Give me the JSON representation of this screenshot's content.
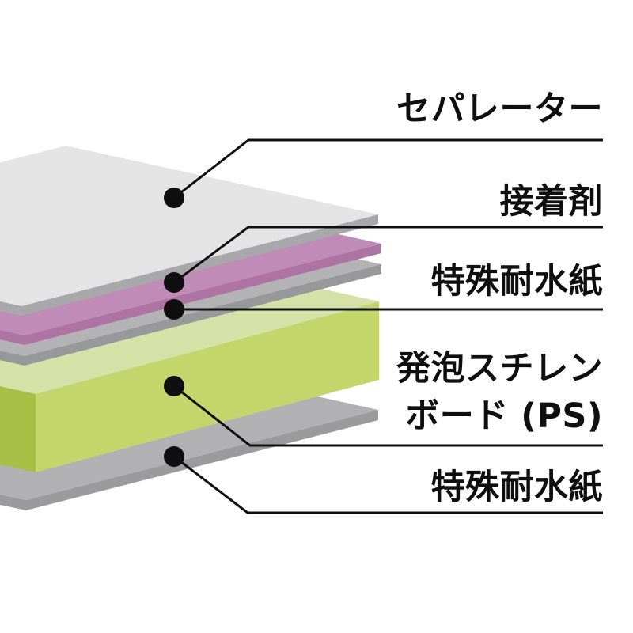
{
  "diagram": {
    "title_semantic": "layered board structure diagram",
    "background": "#ffffff",
    "line_color": "#0f0f0f",
    "text_color": "#0f0f0f",
    "layers": [
      {
        "id": "separator",
        "label": "セパレーター",
        "face_color": "#e4e4e5",
        "edge_color": "#a8a8aa"
      },
      {
        "id": "adhesive",
        "label": "接着剤",
        "face_color": "#c08bb6",
        "edge_color": "#ad73a2"
      },
      {
        "id": "waterproof-paper-top",
        "label": "特殊耐水紙",
        "face_color": "#b3b3b5",
        "edge_color": "#98989b"
      },
      {
        "id": "ps-board",
        "label": "発泡スチレンボード (PS)",
        "label_lines": [
          "発泡スチレン",
          "ボード (PS)"
        ],
        "top_color": "#d6e1a8",
        "front_color": "#c4d66b",
        "side_color": "#a6bf44"
      },
      {
        "id": "waterproof-paper-bottom",
        "label": "特殊耐水紙",
        "face_color": "#b1b1b3",
        "edge_color": "#9b9b9d"
      }
    ]
  }
}
